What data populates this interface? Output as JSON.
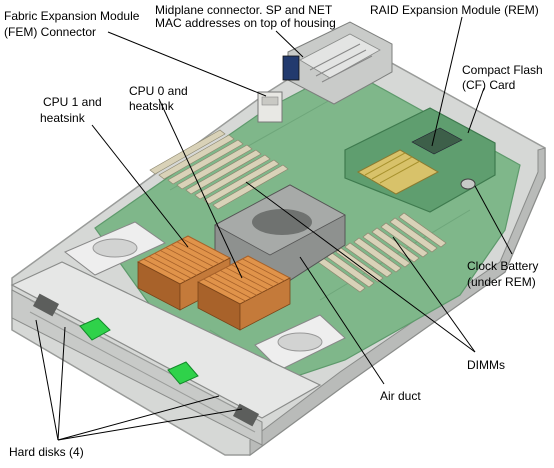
{
  "labels": {
    "fem_line1": "Fabric Expansion Module",
    "fem_line2": "(FEM) Connector",
    "midplane_line1": "Midplane connector. SP and NET",
    "midplane_line2": "MAC addresses on top of housing",
    "rem": "RAID Expansion Module (REM)",
    "cf_line1": "Compact Flash",
    "cf_line2": "(CF) Card",
    "cpu1_line1": "CPU  1 and",
    "cpu1_line2": "heatsink",
    "cpu0_line1": "CPU 0 and",
    "cpu0_line2": "heatsink",
    "battery_line1": "Clock Battery",
    "battery_line2": "(under REM)",
    "dimms": "DIMMs",
    "airduct": "Air duct",
    "harddisks": "Hard disks (4)"
  },
  "colors": {
    "board": "#7fb78a",
    "board_dark": "#5e9a6c",
    "chassis": "#d6d8d6",
    "chassis_edge": "#9a9c9a",
    "heatsink": "#e0934a",
    "heatsink_dark": "#a8622a",
    "dimm": "#d9d2b8",
    "latch": "#2fd24a",
    "rem": "#5f9e6f",
    "cf_card": "#d8c26a"
  }
}
